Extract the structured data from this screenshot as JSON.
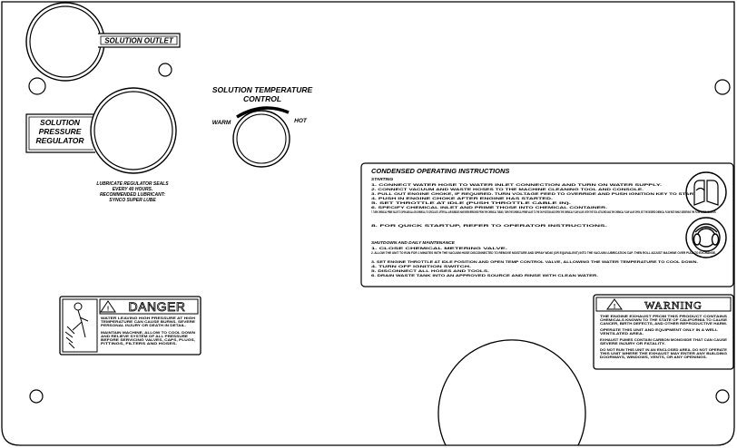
{
  "labels": {
    "solution_outlet": "SOLUTION OUTLET",
    "solution_temperature_line1": "SOLUTION TEMPERATURE",
    "solution_temperature_line2": "CONTROL",
    "warm": "WARM",
    "hot": "HOT",
    "regulator_line1": "SOLUTION",
    "regulator_line2": "PRESSURE",
    "regulator_line3": "REGULATOR",
    "lubricate_line1": "LUBRICATE REGULATOR SEALS",
    "lubricate_line2": "EVERY 40 HOURS.",
    "lubricate_line3": "RECOMMENDED LUBRICANT:",
    "lubricate_line4": "SYNCO SUPER LUBE"
  },
  "instructions": {
    "title": "CONDENSED OPERATING INSTRUCTIONS",
    "starting_heading": "STARTING",
    "starting_items": [
      "1. CONNECT WATER HOSE TO WATER INLET CONNECTION AND TURN ON WATER SUPPLY.",
      "2. CONNECT VACUUM AND WASTE HOSES TO THE MACHINE CLEANING TOOL AND CONSOLE.",
      "3. PULL OUT ENGINE CHOKE, IF REQUIRED. TURN VOLTAGE FEED TO OVERRIDE AND PUSH IGNITION KEY TO START.",
      "4. PUSH IN ENGINE CHOKE AFTER ENGINE HAS STARTED.",
      "5. SET THROTTLE AT IDLE (PUSH THROTTLE CABLE IN).",
      "6. SPECIFY CHEMICAL INLET AND PRIME THOSE INTO CHEMICAL CONTAINER.",
      "7. TURN CHEMICAL PRIME VALVE TO OPEN AND ALLOW CHEMICAL TO CIRCULATE. AFTER ALL AIR BUBBLES HAVE BEEN REMOVED FROM THE CHEMICAL TUBING, TURN THE CHEMICAL PRIME VALVE TO THE ON POSITION AND OPEN THE CHEMICAL FLOW VALVE. WITH THE TOOL ATTACHED AND THE CHEMICAL FLOW VALVE OPEN, SET THE DESIRED CHEMICAL FLOW RATE WHILE OBSERVING THE FLOW METER INDICATOR.",
      "8. FOR QUICK STARTUP, REFER TO OPERATOR INSTRUCTIONS."
    ],
    "shutdown_heading": "SHUTDOWN AND DAILY MAINTENANCE",
    "shutdown_items": [
      "1. CLOSE CHEMICAL METERING VALVE.",
      "2. ALLOW THE UNIT TO RUN FOR 1 MINUTES WITH THE VACUUM HOSE DISCONNECTED TO REMOVE MOISTURE AND SPRAY WD40 (OR EQUIVALENT) INTO THE VACUUM LUBRICATION CAP. THEN ROLL ADJUST MACHINE OVER PULL TO EXCHANGE.",
      "3. SET ENGINE THROTTLE AT IDLE POSITION AND OPEN TEMP CONTROL VALVE, ALLOWING THE WATER TEMPERATURE TO COOL DOWN.",
      "4. TURN OFF IGNITION SWITCH.",
      "5. DISCONNECT ALL HOSES AND TOOLS.",
      "6. DRAIN WASTE TANK INTO AN APPROVED SOURCE AND RINSE WITH CLEAN WATER."
    ]
  },
  "danger": {
    "title": "DANGER",
    "lines": [
      "WATER LEAVING HIGH PRESSURE AT HIGH",
      "TEMPERATURE CAN CAUSE BURNS. SEVERE",
      "PERSONAL INJURY OR DEATH IN DETAIL.",
      "",
      "MAINTAIN MACHINE, ALLOW TO COOL DOWN",
      "AND RELIEVE SYSTEM OF ALL PRESSURE",
      "BEFORE SERVICING VALVES, CAPS, PLUGS,",
      "FITTINGS, FILTERS AND HOSES."
    ]
  },
  "warning": {
    "title": "WARNING",
    "lines": [
      "THE ENGINE EXHAUST FROM THIS PRODUCT CONTAINS",
      "CHEMICALS KNOWN TO THE STATE OF CALIFORNIA TO CAUSE",
      "CANCER, BIRTH DEFECTS, AND OTHER REPRODUCTIVE HARM.",
      "",
      "OPERATE THIS UNIT AND EQUIPMENT ONLY IN A WELL",
      "VENTILATED AREA.",
      "",
      "EXHAUST FUMES CONTAIN CARBON MONOXIDE THAT CAN CAUSE",
      "SEVERE INJURY OR FATALITY.",
      "",
      "DO NOT RUN THIS UNIT IN AN ENCLOSED AREA. DO NOT OPERATE",
      "THIS UNIT WHERE THE EXHAUST MAY ENTER ANY BUILDING",
      "DOORWAYS, WINDOWS, VENTS, OR ANY OPENINGS."
    ]
  },
  "colors": {
    "ink": "#000000",
    "panel": "#ffffff"
  }
}
